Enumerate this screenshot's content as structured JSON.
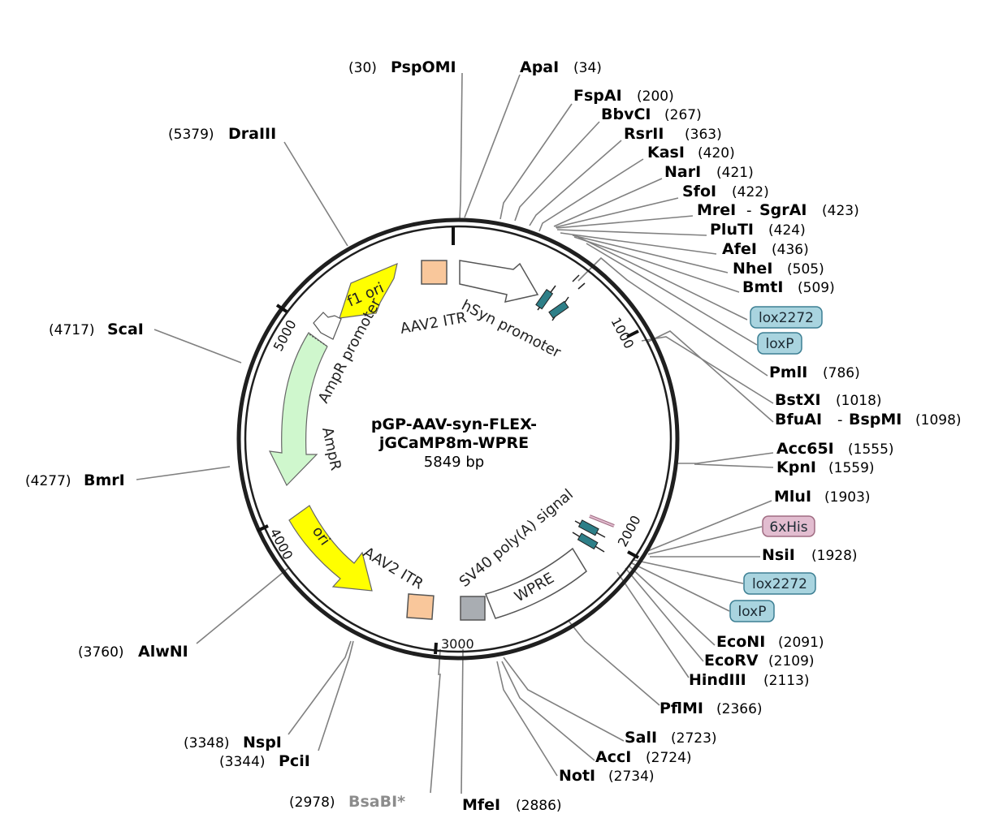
{
  "plasmid": {
    "name_line1": "pGP-AAV-syn-FLEX-",
    "name_line2": "jGCaMP8m-WPRE",
    "size": "5849 bp"
  },
  "ticks": [
    "1000",
    "2000",
    "3000",
    "4000",
    "5000"
  ],
  "features": {
    "hsyn_promoter": "hSyn promoter",
    "aav2_itr_top": "AAV2 ITR",
    "f1_ori": "f1 ori",
    "ampr_promoter": "AmpR promoter",
    "ampr": "AmpR",
    "ori": "ori",
    "aav2_itr_bottom": "AAV2 ITR",
    "sv40": "SV40 poly(A) signal",
    "wpre": "WPRE"
  },
  "tags": {
    "lox2272_top": "lox2272",
    "loxp_top": "loxP",
    "his": "6xHis",
    "lox2272_bottom": "lox2272",
    "loxp_bottom": "loxP"
  },
  "sites": {
    "pspomi": {
      "name": "PspOMI",
      "pos": "(30)"
    },
    "apai": {
      "name": "ApaI",
      "pos": "(34)"
    },
    "fspai": {
      "name": "FspAI",
      "pos": "(200)"
    },
    "bbvci": {
      "name": "BbvCI",
      "pos": "(267)"
    },
    "rsrii": {
      "name": "RsrII",
      "pos": "(363)"
    },
    "kasi": {
      "name": "KasI",
      "pos": "(420)"
    },
    "nari": {
      "name": "NarI",
      "pos": "(421)"
    },
    "sfoi": {
      "name": "SfoI",
      "pos": "(422)"
    },
    "mrei": {
      "name": "MreI",
      "sep": "-",
      "name2": "SgrAI",
      "pos": "(423)"
    },
    "pluti": {
      "name": "PluTI",
      "pos": "(424)"
    },
    "afei": {
      "name": "AfeI",
      "pos": "(436)"
    },
    "nhei": {
      "name": "NheI",
      "pos": "(505)"
    },
    "bmti": {
      "name": "BmtI",
      "pos": "(509)"
    },
    "pmli": {
      "name": "PmlI",
      "pos": "(786)"
    },
    "bstxi": {
      "name": "BstXI",
      "pos": "(1018)"
    },
    "bfuai": {
      "name": "BfuAI",
      "sep": "-",
      "name2": "BspMI",
      "pos": "(1098)"
    },
    "acc65i": {
      "name": "Acc65I",
      "pos": "(1555)"
    },
    "kpni": {
      "name": "KpnI",
      "pos": "(1559)"
    },
    "mlui": {
      "name": "MluI",
      "pos": "(1903)"
    },
    "nsii": {
      "name": "NsiI",
      "pos": "(1928)"
    },
    "econi": {
      "name": "EcoNI",
      "pos": "(2091)"
    },
    "ecorv": {
      "name": "EcoRV",
      "pos": "(2109)"
    },
    "hindiii": {
      "name": "HindIII",
      "pos": "(2113)"
    },
    "pflmi": {
      "name": "PflMI",
      "pos": "(2366)"
    },
    "sali": {
      "name": "SalI",
      "pos": "(2723)"
    },
    "acci": {
      "name": "AccI",
      "pos": "(2724)"
    },
    "noti": {
      "name": "NotI",
      "pos": "(2734)"
    },
    "mfei": {
      "name": "MfeI",
      "pos": "(2886)"
    },
    "bsabi": {
      "name": "BsaBI*",
      "pos": "(2978)"
    },
    "pcii": {
      "name": "PciI",
      "pos": "(3344)"
    },
    "nspi": {
      "name": "NspI",
      "pos": "(3348)"
    },
    "alwni": {
      "name": "AlwNI",
      "pos": "(3760)"
    },
    "bmri": {
      "name": "BmrI",
      "pos": "(4277)"
    },
    "scai": {
      "name": "ScaI",
      "pos": "(4717)"
    },
    "draiii": {
      "name": "DraIII",
      "pos": "(5379)"
    }
  },
  "colors": {
    "yellow": "#ffff00",
    "orange_itr": "#f9c79b",
    "amp_green": "#cff7cd",
    "gray_polya": "#a9adb2",
    "lox_blue": "#a9d4df",
    "his_pink": "#e2bdd0"
  }
}
